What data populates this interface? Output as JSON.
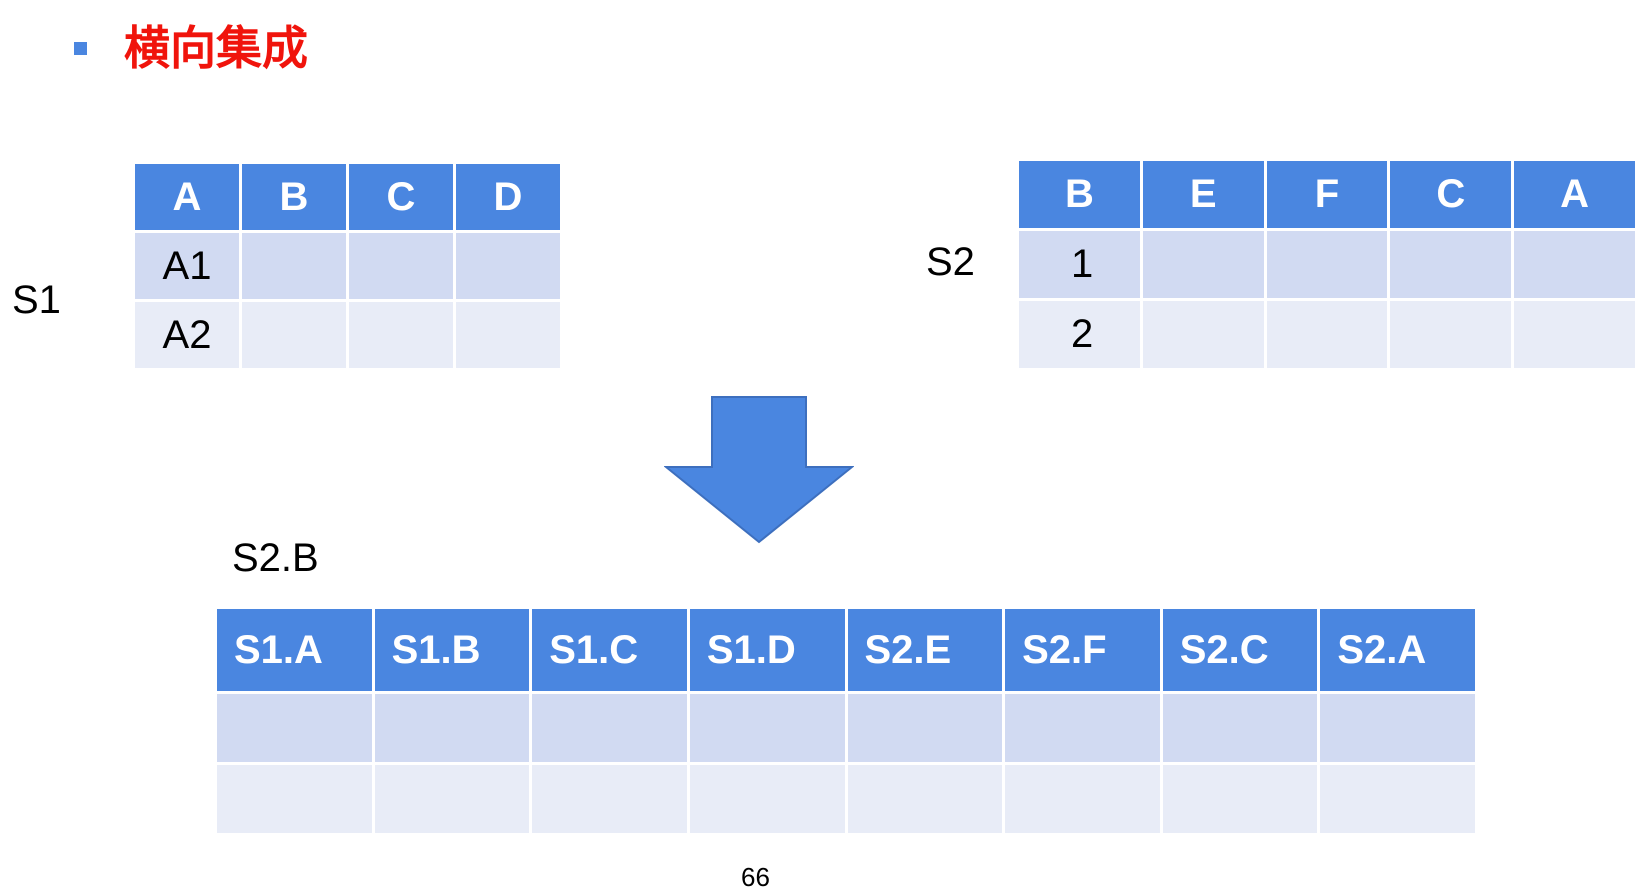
{
  "title": "横向集成",
  "s1": {
    "label": "S1",
    "headers": [
      "A",
      "B",
      "C",
      "D"
    ],
    "rows": [
      [
        "A1",
        "",
        "",
        ""
      ],
      [
        "A2",
        "",
        "",
        ""
      ]
    ]
  },
  "s2": {
    "label": "S2",
    "headers": [
      "B",
      "E",
      "F",
      "C",
      "A"
    ],
    "rows": [
      [
        "1",
        "",
        "",
        "",
        ""
      ],
      [
        "2",
        "",
        "",
        "",
        ""
      ]
    ]
  },
  "join_key_label": "S2.B",
  "result": {
    "headers": [
      "S1.A",
      "S1.B",
      "S1.C",
      "S1.D",
      "S2.E",
      "S2.F",
      "S2.C",
      "S2.A"
    ],
    "rows": [
      [
        "",
        "",
        "",
        "",
        "",
        "",
        "",
        ""
      ],
      [
        "",
        "",
        "",
        "",
        "",
        "",
        "",
        ""
      ]
    ]
  },
  "page_number": "66",
  "colors": {
    "header_fill": "#4a86e0",
    "row_odd": "#d1daf2",
    "row_even": "#e8ecf7",
    "title": "#f0140c",
    "arrow": "#4a86e0"
  },
  "icons": {
    "bullet": "square-bullet-icon",
    "arrow": "down-arrow-icon"
  }
}
